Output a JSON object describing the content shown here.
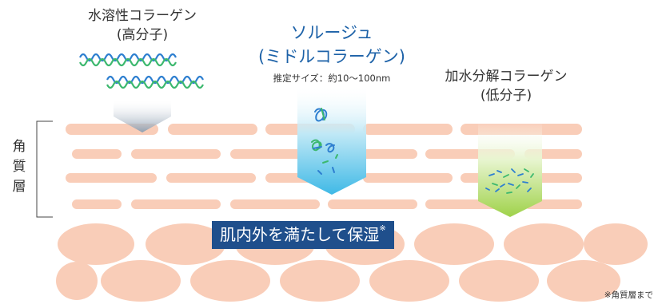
{
  "labels": {
    "water_soluble_line1": "水溶性コラーゲン",
    "water_soluble_line2": "(高分子)",
    "solugen_line1": "ソルージュ",
    "solugen_line2": "(ミドルコラーゲン)",
    "solugen_size": "推定サイズ：約10〜100nm",
    "hydrolyzed_line1": "加水分解コラーゲン",
    "hydrolyzed_line2": "(低分子)",
    "stratum_corneum": "角質層"
  },
  "banner": {
    "text": "肌内外を満たして保湿",
    "mark": "※"
  },
  "footnote": "※角質層まで",
  "colors": {
    "skin_cell": "#f9cdb8",
    "banner_bg": "#1f4f8c",
    "solugen_text": "#1d62a8",
    "helix_blue": "#2e7fd0",
    "helix_green": "#3cb86e",
    "arrow_gray": "#9aa8b6",
    "arrow_blue": "#5cc6ea",
    "arrow_green": "#a9d85a"
  },
  "icons": [
    "collagen-helix-icon",
    "collagen-fiber-tangle-icon",
    "collagen-fragments-icon"
  ]
}
